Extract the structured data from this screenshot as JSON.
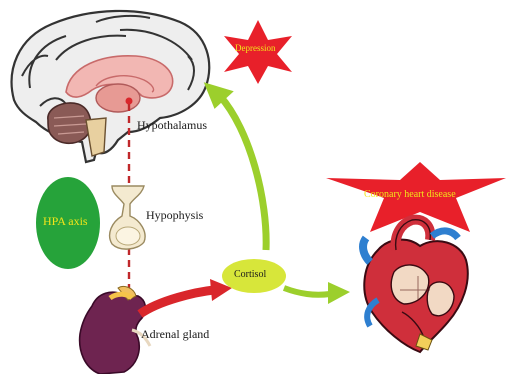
{
  "labels": {
    "hypothalamus": "Hypothalamus",
    "hypophysis": "Hypophysis",
    "adrenal_gland": "Adrenal gland",
    "hpa_axis": "HPA axis",
    "cortisol": "Cortisol",
    "depression": "Depression",
    "coronary_heart_disease": "Coronary heart disease"
  },
  "colors": {
    "star_red": "#e8202a",
    "hpa_green": "#26a33a",
    "hpa_text": "#f2e51a",
    "cortisol_fill": "#d7e63a",
    "arrow_green": "#9ccf2c",
    "arrow_red": "#d9262b",
    "star_text": "#f2e51a",
    "brain_pink": "#f2b7b3",
    "kidney_purple": "#6e2450",
    "heart_red": "#cf2f3b"
  },
  "icons": {
    "brain": "brain-icon",
    "pituitary": "pituitary-icon",
    "adrenal": "adrenal-kidney-icon",
    "heart": "heart-icon"
  }
}
